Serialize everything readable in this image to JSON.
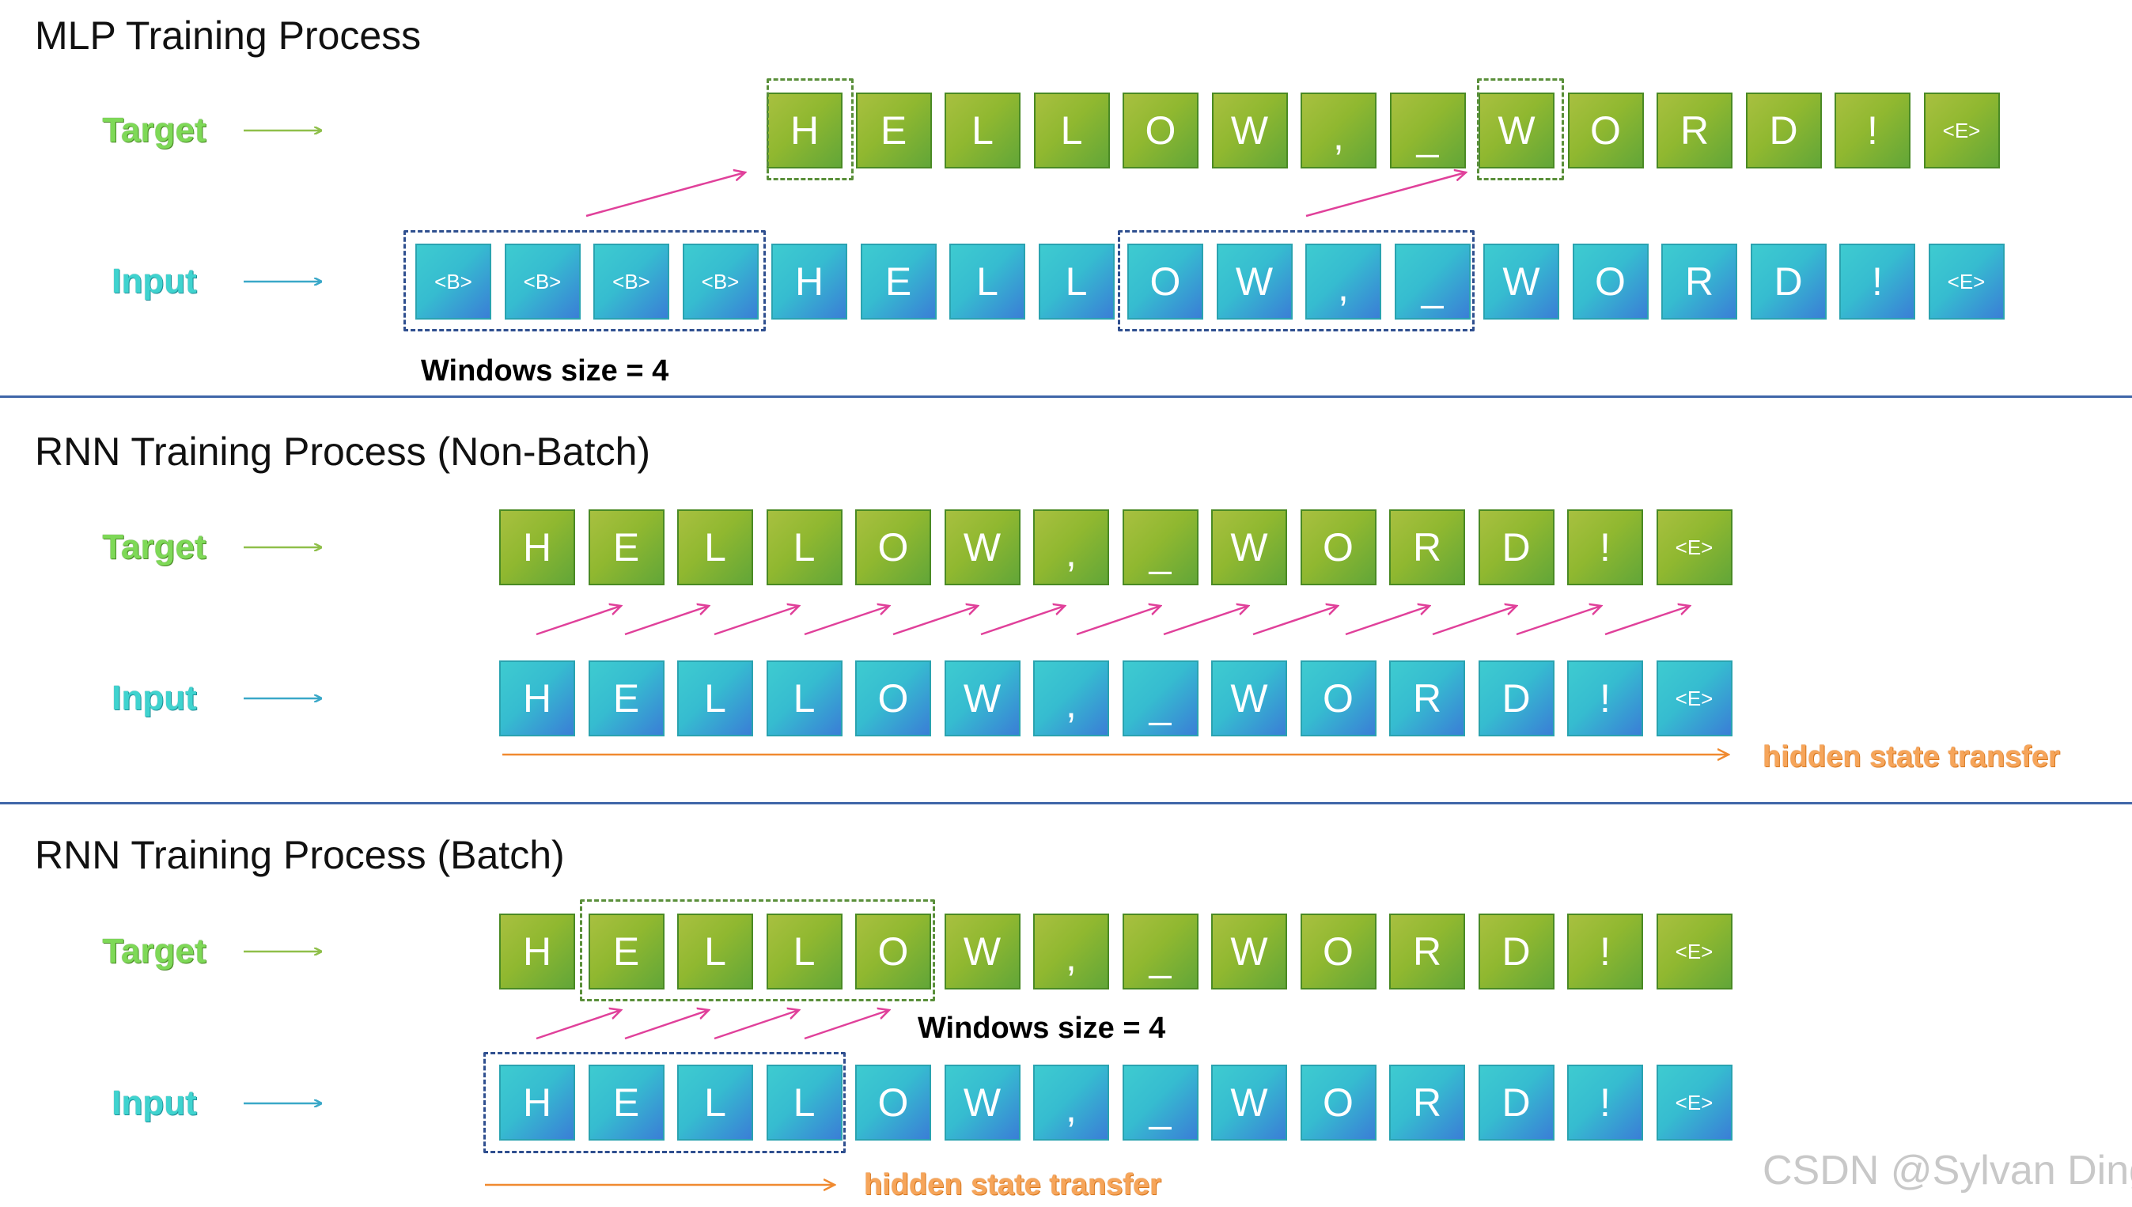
{
  "labels": {
    "target": "Target",
    "input": "Input",
    "window_size": "Windows size = 4",
    "hidden_state": "hidden state transfer",
    "watermark": "CSDN @Sylvan Ding"
  },
  "sections": [
    {
      "title": "MLP Training Process",
      "target_tokens": [
        "H",
        "E",
        "L",
        "L",
        "O",
        "W",
        ",",
        "_",
        "W",
        "O",
        "R",
        "D",
        "!",
        "<E>"
      ],
      "input_tokens": [
        "<B>",
        "<B>",
        "<B>",
        "<B>",
        "H",
        "E",
        "L",
        "L",
        "O",
        "W",
        ",",
        "_",
        "W",
        "O",
        "R",
        "D",
        "!",
        "<E>"
      ]
    },
    {
      "title": "RNN Training Process (Non-Batch)",
      "target_tokens": [
        "H",
        "E",
        "L",
        "L",
        "O",
        "W",
        ",",
        "_",
        "W",
        "O",
        "R",
        "D",
        "!",
        "<E>"
      ],
      "input_tokens": [
        "H",
        "E",
        "L",
        "L",
        "O",
        "W",
        ",",
        "_",
        "W",
        "O",
        "R",
        "D",
        "!",
        "<E>"
      ]
    },
    {
      "title": "RNN Training Process (Batch)",
      "target_tokens": [
        "H",
        "E",
        "L",
        "L",
        "O",
        "W",
        ",",
        "_",
        "W",
        "O",
        "R",
        "D",
        "!",
        "<E>"
      ],
      "input_tokens": [
        "H",
        "E",
        "L",
        "L",
        "O",
        "W",
        ",",
        "_",
        "W",
        "O",
        "R",
        "D",
        "!",
        "<E>"
      ]
    }
  ],
  "colors": {
    "target_arrow": "#8fbf4a",
    "input_arrow": "#3aa8c8",
    "prediction_arrow": "#e0409a",
    "hidden_state_arrow": "#f08a30",
    "divider": "#3f66a8"
  }
}
